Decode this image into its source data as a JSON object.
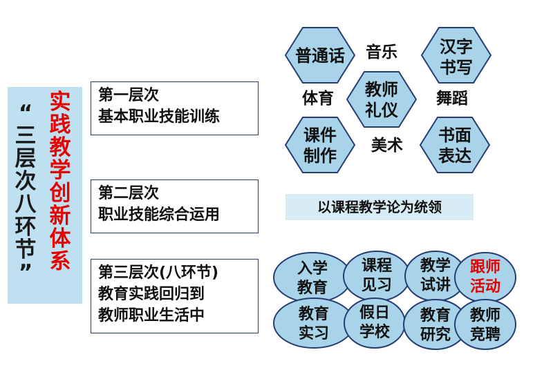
{
  "title": {
    "col1": [
      "“",
      "三",
      "层",
      "次",
      "八",
      "环",
      "节",
      "”"
    ],
    "col2": [
      "实",
      "践",
      "教",
      "学",
      "创",
      "新",
      "体",
      "系"
    ],
    "color_dark": "#1a1a1a",
    "color_red": "#e60000"
  },
  "levels": [
    {
      "line1": "第一层次",
      "line2": "基本职业技能训练"
    },
    {
      "line1": "第二层次",
      "line2": "职业技能综合运用"
    },
    {
      "line1": "第三层次(八环节)",
      "line2": "教育实践回归到",
      "line3": "教师职业生活中"
    }
  ],
  "hexagons": [
    {
      "line1": "普通话",
      "line2": ""
    },
    {
      "line1": "汉字",
      "line2": "书写"
    },
    {
      "line1": "教师",
      "line2": "礼仪"
    },
    {
      "line1": "课件",
      "line2": "制作"
    },
    {
      "line1": "书面",
      "line2": "表达"
    }
  ],
  "loose_labels": [
    "音乐",
    "体育",
    "舞蹈",
    "美术"
  ],
  "banner": "以课程教学论为统领",
  "ovals": [
    {
      "line1": "入学",
      "line2": "教育",
      "highlight": false
    },
    {
      "line1": "课程",
      "line2": "见习",
      "highlight": false
    },
    {
      "line1": "教学",
      "line2": "试讲",
      "highlight": false
    },
    {
      "line1": "跟师",
      "line2": "活动",
      "highlight": true
    },
    {
      "line1": "教育",
      "line2": "实习",
      "highlight": false
    },
    {
      "line1": "假日",
      "line2": "学校",
      "highlight": false
    },
    {
      "line1": "教育",
      "line2": "研究",
      "highlight": false
    },
    {
      "line1": "教师",
      "line2": "竞聘",
      "highlight": false
    }
  ],
  "colors": {
    "shape_fill": "#a9d3e8",
    "shape_stroke": "#243c72",
    "highlight_text": "#e60000",
    "panel": "#bfe0f0"
  }
}
